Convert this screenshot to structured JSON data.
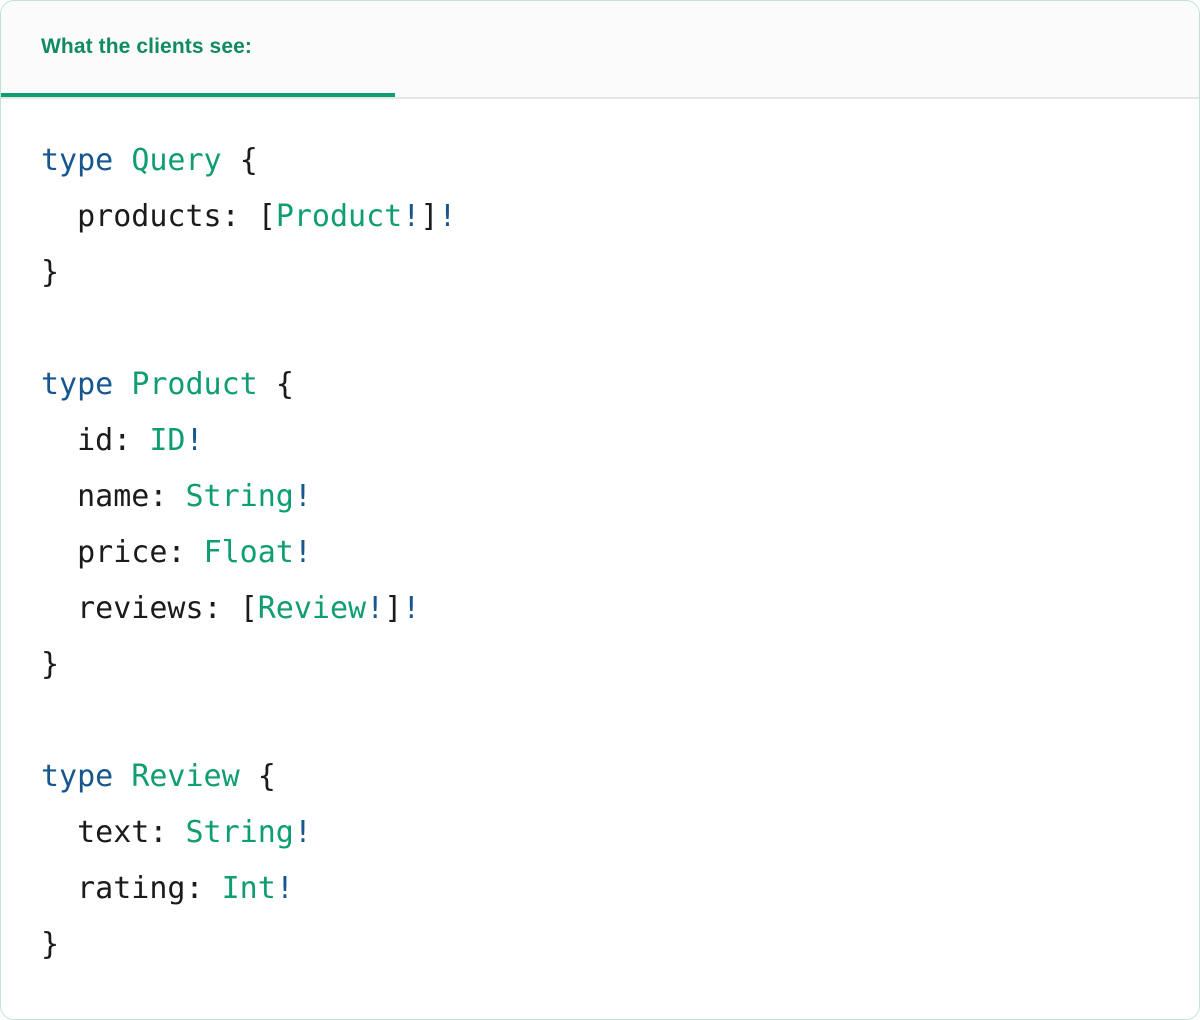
{
  "card": {
    "border_color": "#bfe3d2",
    "background": "#ffffff"
  },
  "tabs": {
    "active_index": 0,
    "indicator_color": "#0f9d72",
    "items": [
      {
        "label": "What the clients see:"
      }
    ]
  },
  "theme": {
    "keyword_color": "#17568f",
    "typename_color": "#0f9d72",
    "punctuation_color": "#1b1b1b",
    "bang_color": "#17568f",
    "header_text_color": "#0f8a63",
    "tabbar_background": "#fbfbfb",
    "divider_color": "#e6e6e6"
  },
  "code": {
    "language": "graphql",
    "lines": [
      {
        "tokens": [
          {
            "t": "type",
            "c": "keyword"
          },
          {
            "t": " ",
            "c": "plain"
          },
          {
            "t": "Query",
            "c": "typename"
          },
          {
            "t": " ",
            "c": "plain"
          },
          {
            "t": "{",
            "c": "punct"
          }
        ]
      },
      {
        "tokens": [
          {
            "t": "  ",
            "c": "plain"
          },
          {
            "t": "products",
            "c": "field"
          },
          {
            "t": ": ",
            "c": "punct"
          },
          {
            "t": "[",
            "c": "punct"
          },
          {
            "t": "Product",
            "c": "typename"
          },
          {
            "t": "!",
            "c": "bang"
          },
          {
            "t": "]",
            "c": "punct"
          },
          {
            "t": "!",
            "c": "bang"
          }
        ]
      },
      {
        "tokens": [
          {
            "t": "}",
            "c": "punct"
          }
        ]
      },
      {
        "tokens": []
      },
      {
        "tokens": [
          {
            "t": "type",
            "c": "keyword"
          },
          {
            "t": " ",
            "c": "plain"
          },
          {
            "t": "Product",
            "c": "typename"
          },
          {
            "t": " ",
            "c": "plain"
          },
          {
            "t": "{",
            "c": "punct"
          }
        ]
      },
      {
        "tokens": [
          {
            "t": "  ",
            "c": "plain"
          },
          {
            "t": "id",
            "c": "field"
          },
          {
            "t": ": ",
            "c": "punct"
          },
          {
            "t": "ID",
            "c": "typename"
          },
          {
            "t": "!",
            "c": "bang"
          }
        ]
      },
      {
        "tokens": [
          {
            "t": "  ",
            "c": "plain"
          },
          {
            "t": "name",
            "c": "field"
          },
          {
            "t": ": ",
            "c": "punct"
          },
          {
            "t": "String",
            "c": "typename"
          },
          {
            "t": "!",
            "c": "bang"
          }
        ]
      },
      {
        "tokens": [
          {
            "t": "  ",
            "c": "plain"
          },
          {
            "t": "price",
            "c": "field"
          },
          {
            "t": ": ",
            "c": "punct"
          },
          {
            "t": "Float",
            "c": "typename"
          },
          {
            "t": "!",
            "c": "bang"
          }
        ]
      },
      {
        "tokens": [
          {
            "t": "  ",
            "c": "plain"
          },
          {
            "t": "reviews",
            "c": "field"
          },
          {
            "t": ": ",
            "c": "punct"
          },
          {
            "t": "[",
            "c": "punct"
          },
          {
            "t": "Review",
            "c": "typename"
          },
          {
            "t": "!",
            "c": "bang"
          },
          {
            "t": "]",
            "c": "punct"
          },
          {
            "t": "!",
            "c": "bang"
          }
        ]
      },
      {
        "tokens": [
          {
            "t": "}",
            "c": "punct"
          }
        ]
      },
      {
        "tokens": []
      },
      {
        "tokens": [
          {
            "t": "type",
            "c": "keyword"
          },
          {
            "t": " ",
            "c": "plain"
          },
          {
            "t": "Review",
            "c": "typename"
          },
          {
            "t": " ",
            "c": "plain"
          },
          {
            "t": "{",
            "c": "punct"
          }
        ]
      },
      {
        "tokens": [
          {
            "t": "  ",
            "c": "plain"
          },
          {
            "t": "text",
            "c": "field"
          },
          {
            "t": ": ",
            "c": "punct"
          },
          {
            "t": "String",
            "c": "typename"
          },
          {
            "t": "!",
            "c": "bang"
          }
        ]
      },
      {
        "tokens": [
          {
            "t": "  ",
            "c": "plain"
          },
          {
            "t": "rating",
            "c": "field"
          },
          {
            "t": ": ",
            "c": "punct"
          },
          {
            "t": "Int",
            "c": "typename"
          },
          {
            "t": "!",
            "c": "bang"
          }
        ]
      },
      {
        "tokens": [
          {
            "t": "}",
            "c": "punct"
          }
        ]
      }
    ]
  }
}
